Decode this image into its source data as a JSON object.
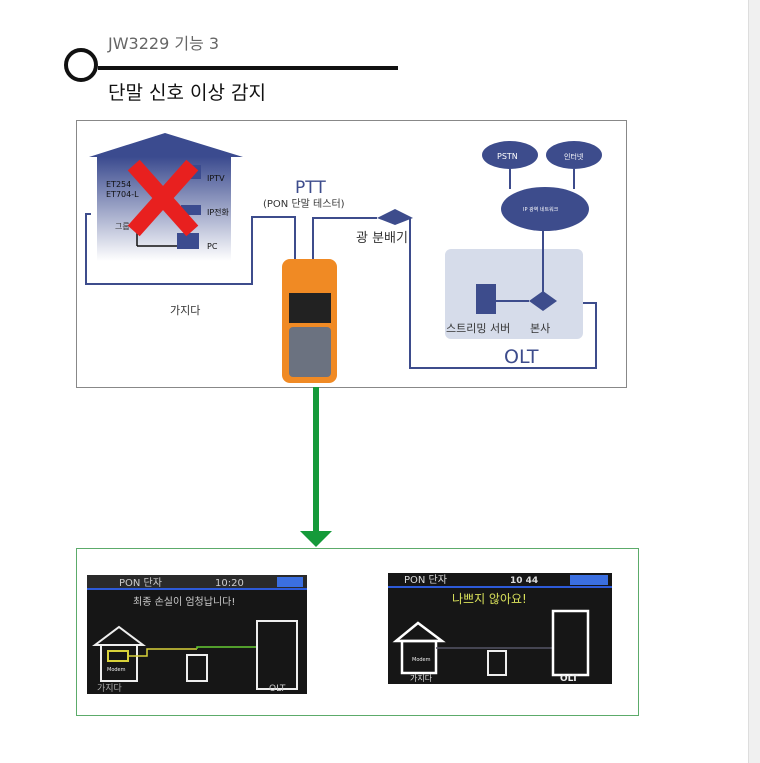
{
  "header": {
    "subtitle": "JW3229 기능 3",
    "title": "단말 신호 이상 감지"
  },
  "diagram": {
    "ptt_label": "PTT",
    "ptt_sub": "(PON 단말 테스터)",
    "splitter": "광 분배기",
    "home": "가지다",
    "devices": {
      "iptv": "IPTV",
      "ipphone": "IP전화",
      "pc": "PC",
      "modem1": "ET254",
      "modem2": "ET704-L",
      "gateway": "그룹"
    },
    "cloud_pstn": "PSTN",
    "cloud_internet": "인터넷",
    "cloud_ip": "IP 광역 네트워크",
    "streaming": "스트리밍 서버",
    "hq": "본사",
    "olt": "OLT"
  },
  "screens": [
    {
      "title": "PON 단자",
      "time": "10:20",
      "message": "최종 손실이 엄청납니다!",
      "home": "가지다",
      "olt": "OLT",
      "modem": "Modem"
    },
    {
      "title": "PON 단자",
      "time": "10 44",
      "message": "나쁘지 않아요!",
      "home": "가지다",
      "olt": "OLT",
      "modem": "Modem"
    }
  ],
  "colors": {
    "accent": "#159a3a",
    "line": "#3d4c8c",
    "cross": "#e8201f",
    "device": "#f08a24"
  }
}
